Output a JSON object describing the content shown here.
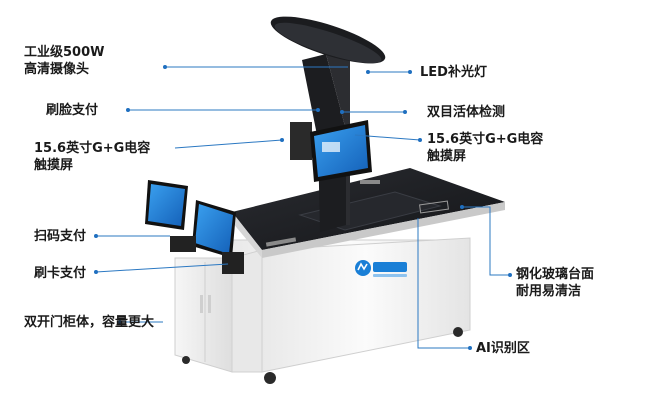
{
  "callouts": {
    "camera": "工业级500W\n高清摄像头",
    "led_light": "LED补光灯",
    "face_pay": "刷脸支付",
    "liveness": "双目活体检测",
    "screen_left": "15.6英寸G+G电容\n触摸屏",
    "screen_right": "15.6英寸G+G电容\n触摸屏",
    "scan_pay": "扫码支付",
    "card_pay": "刷卡支付",
    "glass_top": "钢化玻璃台面\n耐用易清洁",
    "cabinet": "双开门柜体，容量更大",
    "ai_zone": "AI识别区"
  },
  "colors": {
    "line": "#2b78c2",
    "dot": "#1f6fc0",
    "accent": "#1a7fd6",
    "glass": "#1e1f23",
    "cabinet": "#f2f2f2"
  }
}
